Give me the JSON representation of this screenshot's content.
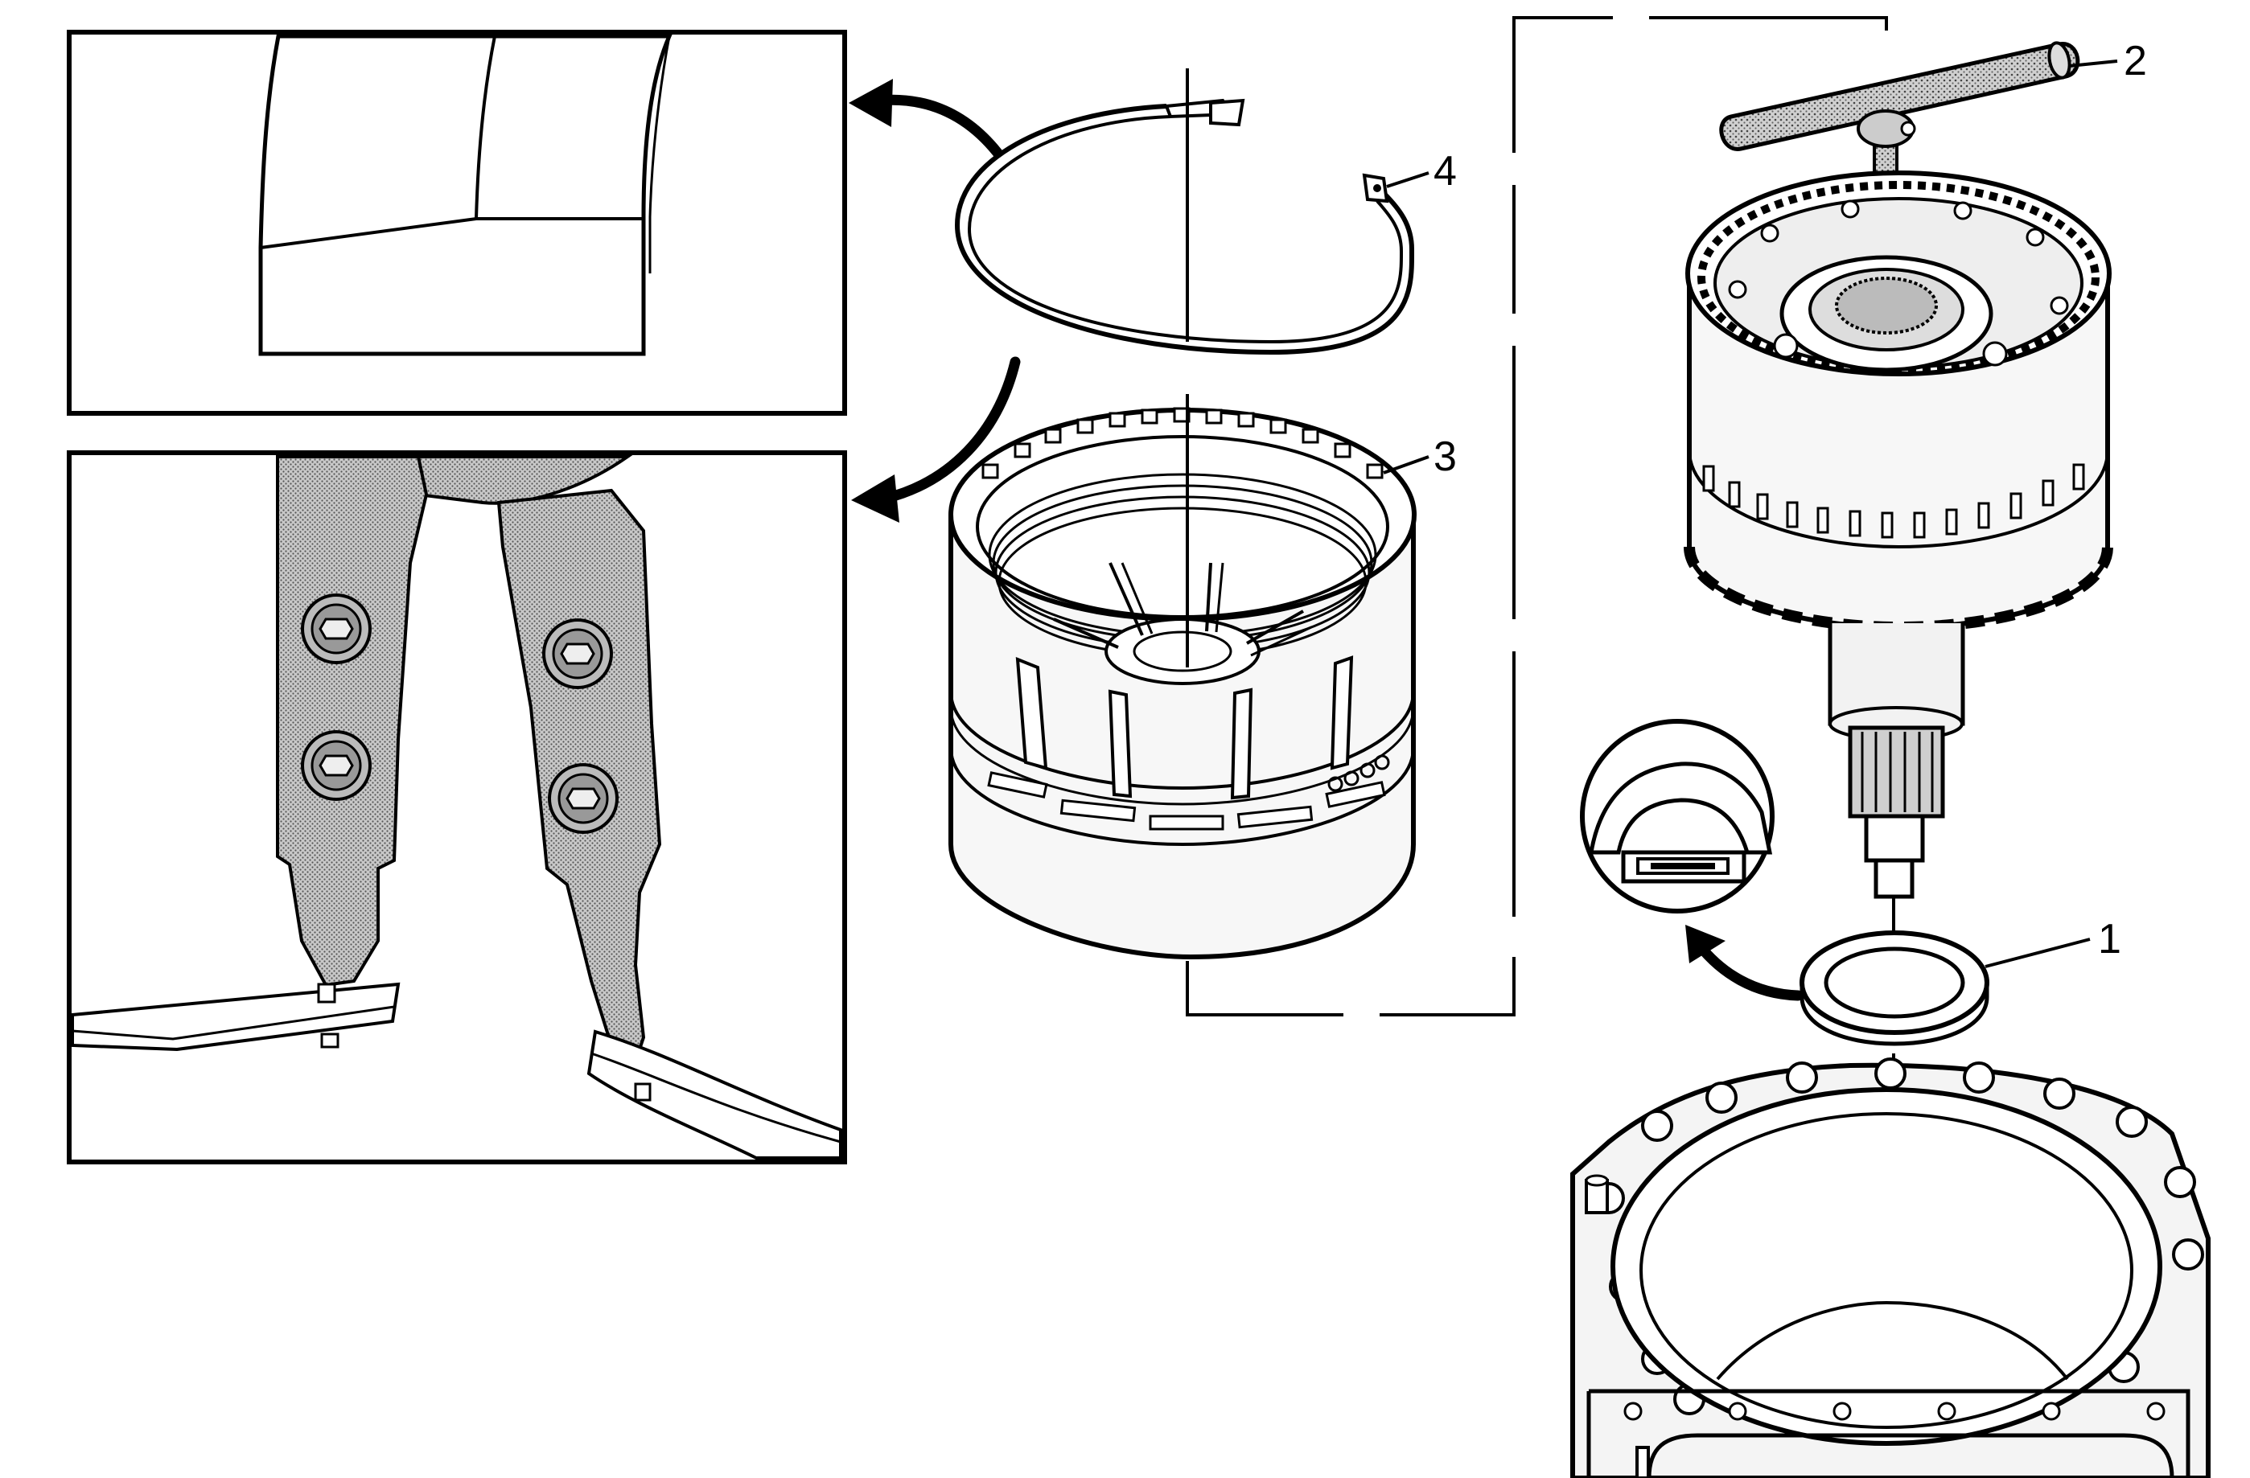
{
  "diagram": {
    "callouts": [
      {
        "id": "1",
        "label": "1"
      },
      {
        "id": "2",
        "label": "2"
      },
      {
        "id": "3",
        "label": "3"
      },
      {
        "id": "4",
        "label": "4"
      }
    ],
    "colors": {
      "line": "#000000",
      "background": "#ffffff",
      "tool_shading": "#9a9a9a",
      "surface_light": "#f4f4f4"
    },
    "icons": [
      "curved-arrow-icon",
      "hex-bolt-icon"
    ]
  }
}
